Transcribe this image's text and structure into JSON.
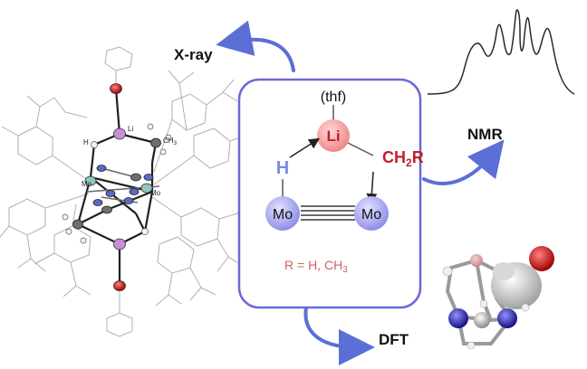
{
  "labels": {
    "xray": "X-ray",
    "nmr": "NMR",
    "dft": "DFT"
  },
  "scheme": {
    "thf": "(thf)",
    "li": "Li",
    "h": "H",
    "ch2r_main": "CH",
    "ch2r_sub": "2",
    "ch2r_tail": "R",
    "mo_left": "Mo",
    "mo_right": "Mo",
    "r_def_main": "R = H, CH",
    "r_def_sub": "3"
  },
  "crystal": {
    "li": "Li",
    "h": "H",
    "ch3_main": "CH",
    "ch3_sub": "3",
    "mo_left": "Mo",
    "mo_right": "Mo"
  },
  "colors": {
    "frame": "#6a6ad8",
    "arrow": "#5b6fd6",
    "li_fill": "#f2a0a0",
    "li_text": "#c0202a",
    "mo_fill": "#9e9ef0",
    "h_text": "#7b8ae0",
    "ch2r_text": "#c0202a",
    "r_def_text": "#d06060",
    "nmr_line": "#2a2a2a"
  }
}
